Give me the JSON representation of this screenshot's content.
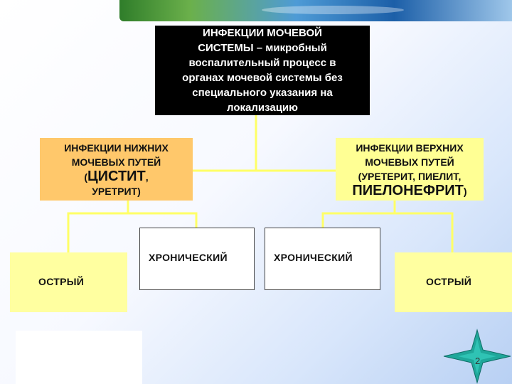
{
  "root": {
    "lines": [
      "ИНФЕКЦИИ МОЧЕВОЙ",
      "СИСТЕМЫ – микробный",
      "воспалительный процесс в",
      "органах мочевой системы без",
      "специального указания на",
      "локализацию"
    ]
  },
  "lower": {
    "line1": "ИНФЕКЦИИ НИЖНИХ",
    "line2": "МОЧЕВЫХ ПУТЕЙ",
    "open_paren": "(",
    "big": "ЦИСТИТ",
    "comma": ",",
    "line4": "УРЕТРИТ)"
  },
  "upper": {
    "line1": "ИНФЕКЦИИ ВЕРХНИХ",
    "line2": "МОЧЕВЫХ ПУТЕЙ",
    "line3": "(УРЕТЕРИТ, ПИЕЛИТ,",
    "big": "ПИЕЛОНЕФРИТ",
    "close_paren": ")"
  },
  "leaves": {
    "acute_left": "ОСТРЫЙ",
    "chronic_left": "ХРОНИЧЕСКИЙ",
    "chronic_right": "ХРОНИЧЕСКИЙ",
    "acute_right": "ОСТРЫЙ"
  },
  "page_number": "2",
  "colors": {
    "connector": "#ffff66",
    "root_fill": "#000000",
    "lower_fill": "#ffc86b",
    "upper_fill": "#ffff94",
    "acute_fill": "#ffffa0"
  },
  "icons": {
    "corner_star": "compass-star-icon"
  }
}
